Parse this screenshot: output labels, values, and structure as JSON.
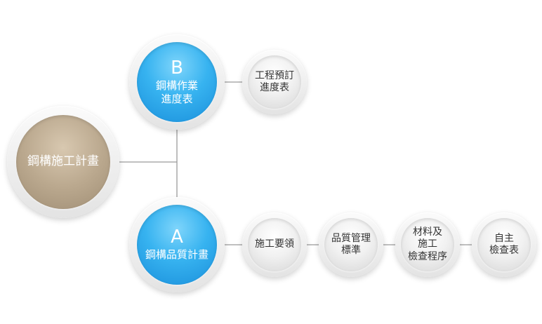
{
  "root": {
    "label": "鋼構施工計畫"
  },
  "branch_b": {
    "letter": "B",
    "lines": [
      "鋼構作業",
      "進度表"
    ],
    "child": {
      "lines": [
        "工程預訂",
        "進度表"
      ]
    }
  },
  "branch_a": {
    "letter": "A",
    "lines": [
      "鋼構品質計畫"
    ],
    "children": [
      {
        "lines": [
          "施工要領"
        ]
      },
      {
        "lines": [
          "品質管理",
          "標準"
        ]
      },
      {
        "lines": [
          "材料及",
          "施工",
          "檢查程序"
        ]
      },
      {
        "lines": [
          "自主",
          "檢查表"
        ]
      }
    ]
  },
  "colors": {
    "blue": "#37b3f0",
    "tan": "#bba98f",
    "gray": "#eeeeee",
    "connector": "#9a9a9a"
  }
}
